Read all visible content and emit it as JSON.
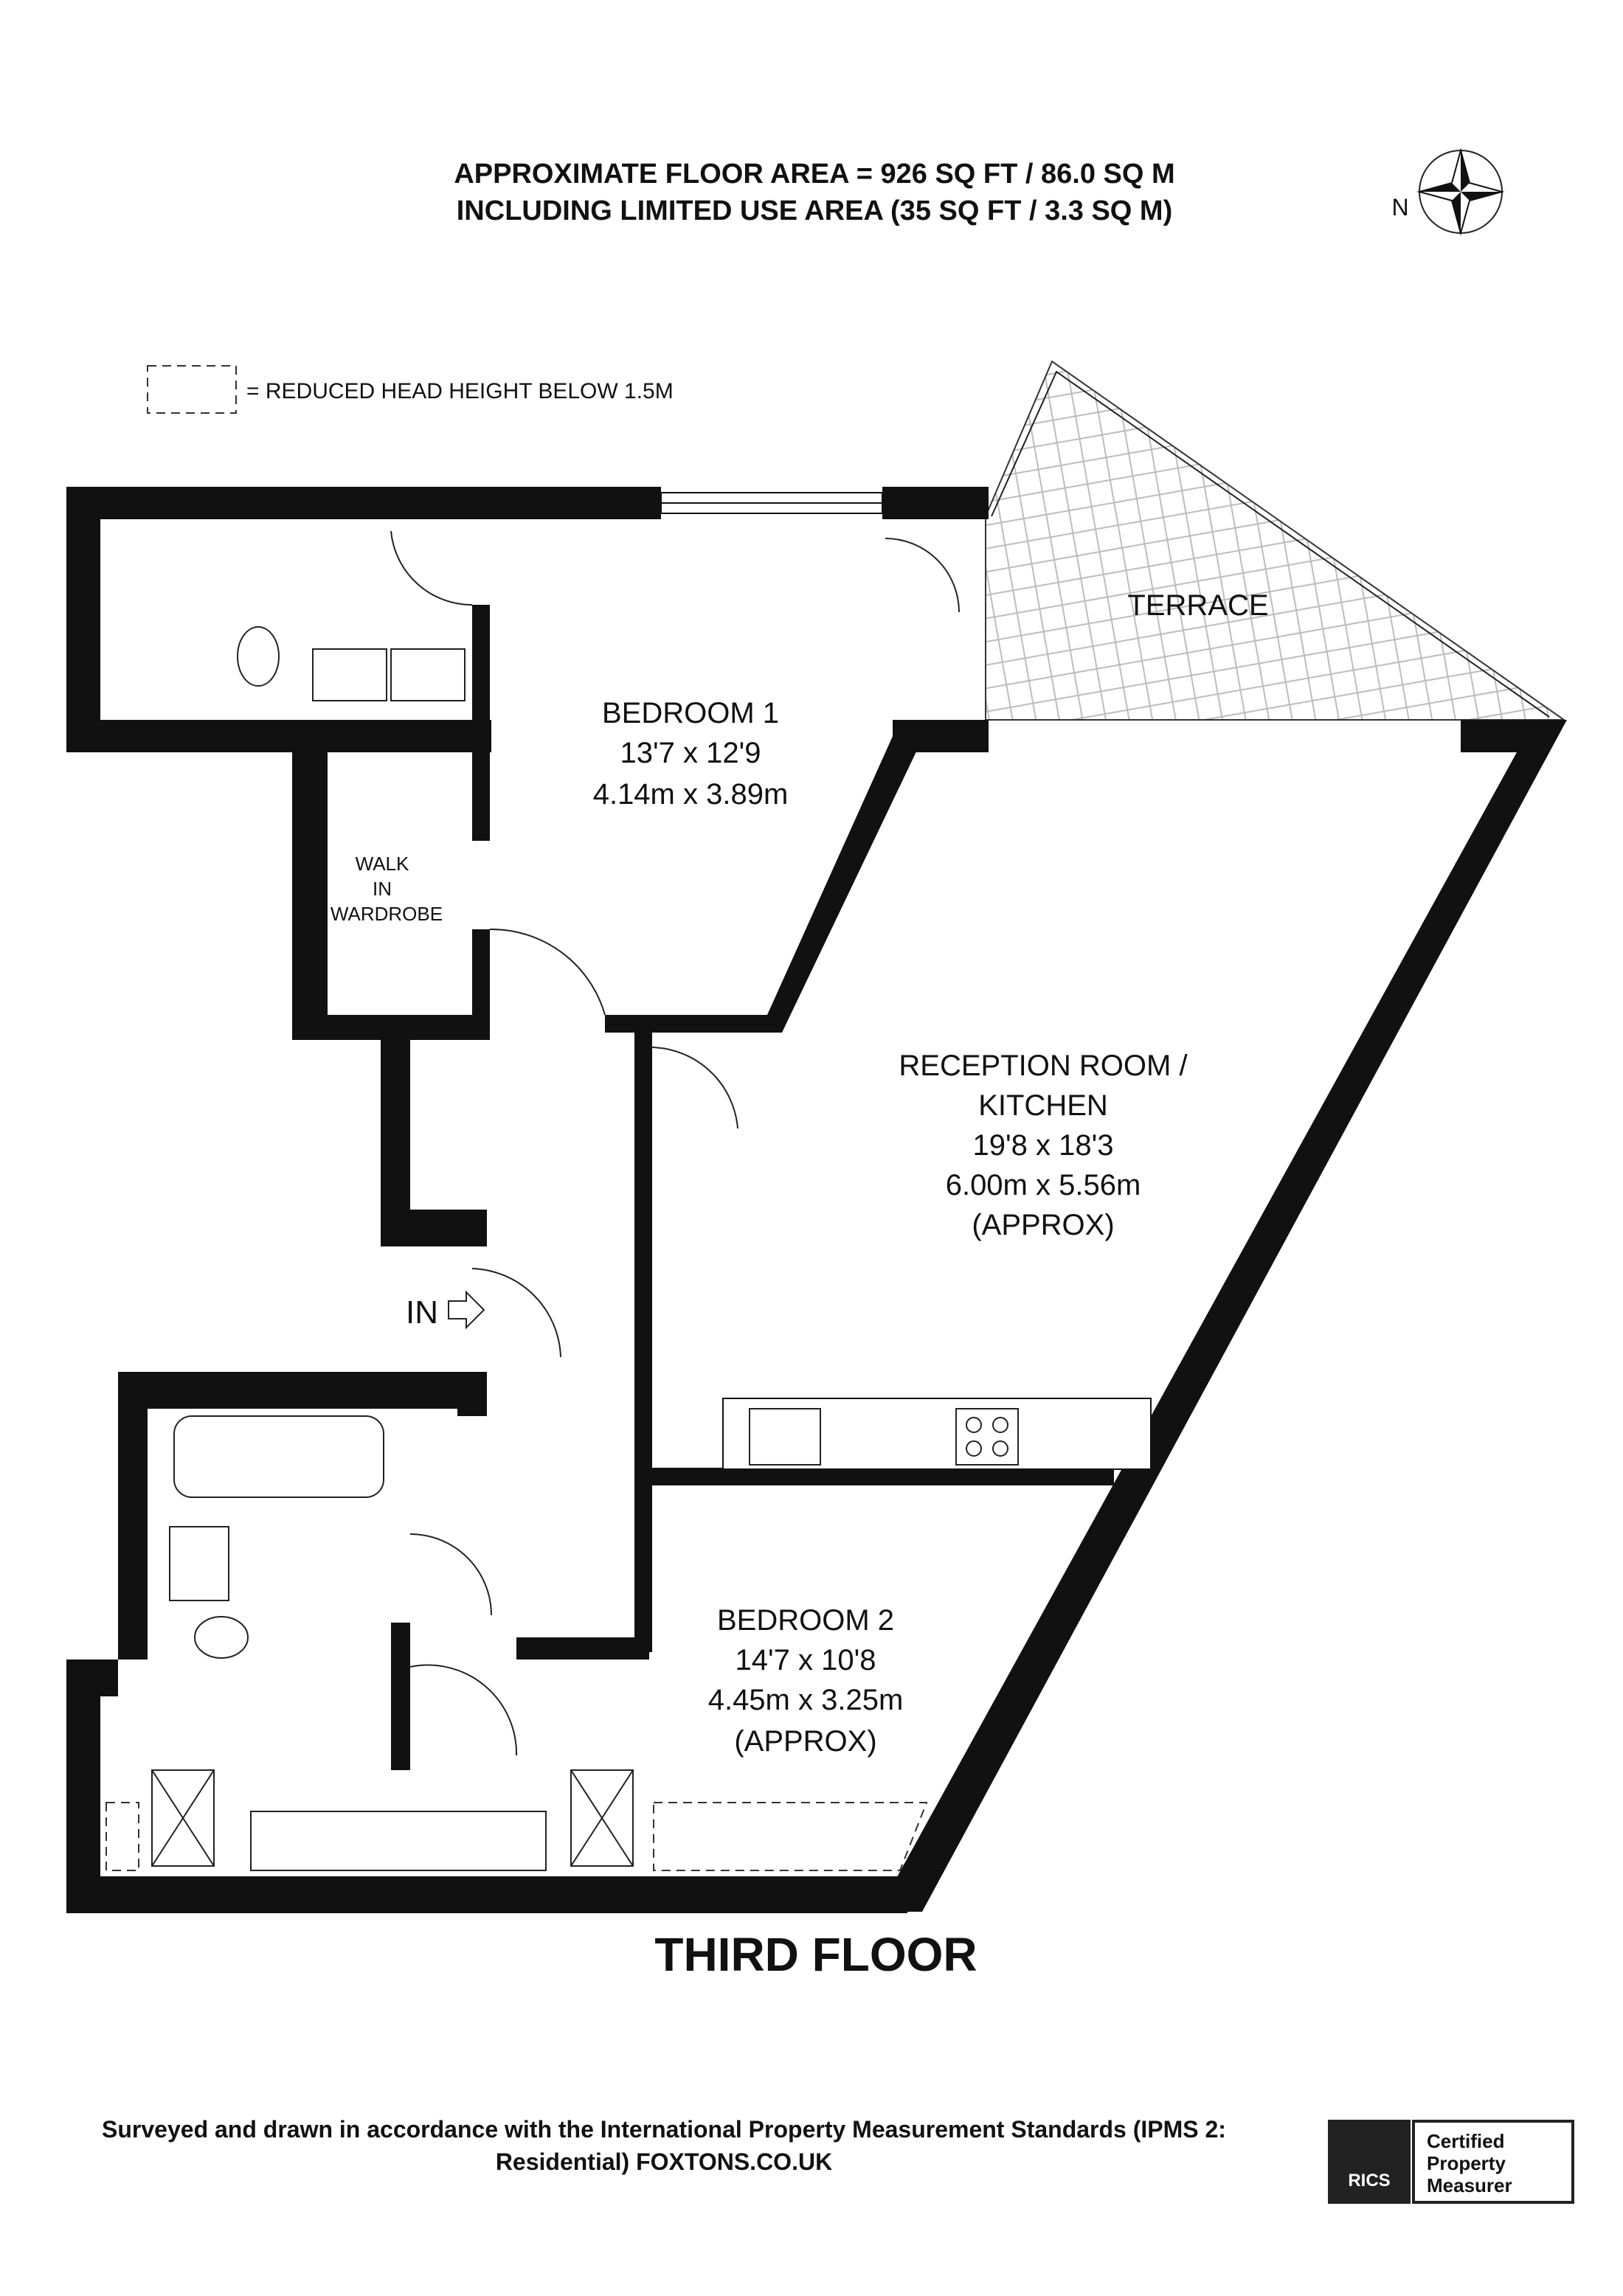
{
  "header": {
    "floor_area": "APPROXIMATE FLOOR AREA = 926 SQ FT / 86.0 SQ M",
    "limited_use": "INCLUDING LIMITED USE AREA (35 SQ FT / 3.3 SQ M)"
  },
  "compass": {
    "north_label": "N"
  },
  "legend": {
    "text": "= REDUCED HEAD HEIGHT BELOW 1.5M"
  },
  "rooms": {
    "terrace": {
      "name": "TERRACE"
    },
    "bedroom1": {
      "name": "BEDROOM 1",
      "imperial": "13'7 x 12'9",
      "metric": "4.14m x 3.89m"
    },
    "wardrobe": {
      "line1": "WALK",
      "line2": "IN",
      "line3": "WARDROBE"
    },
    "reception": {
      "line1": "RECEPTION ROOM /",
      "line2": "KITCHEN",
      "imperial": "19'8 x 18'3",
      "metric": "6.00m x 5.56m",
      "note": "(APPROX)"
    },
    "bedroom2": {
      "name": "BEDROOM 2",
      "imperial": "14'7 x 10'8",
      "metric": "4.45m x 3.25m",
      "note": "(APPROX)"
    },
    "entrance": {
      "label": "IN"
    }
  },
  "floor_title": "THIRD FLOOR",
  "footer": {
    "line1": "Surveyed and drawn in accordance with the International Property Measurement Standards (IPMS 2:",
    "line2": "Residential) FOXTONS.CO.UK",
    "badge": {
      "logo": "RICS",
      "line1": "Certified",
      "line2": "Property",
      "line3": "Measurer"
    }
  },
  "colors": {
    "wall": "#111111",
    "hatch": "#bbbbbb"
  }
}
